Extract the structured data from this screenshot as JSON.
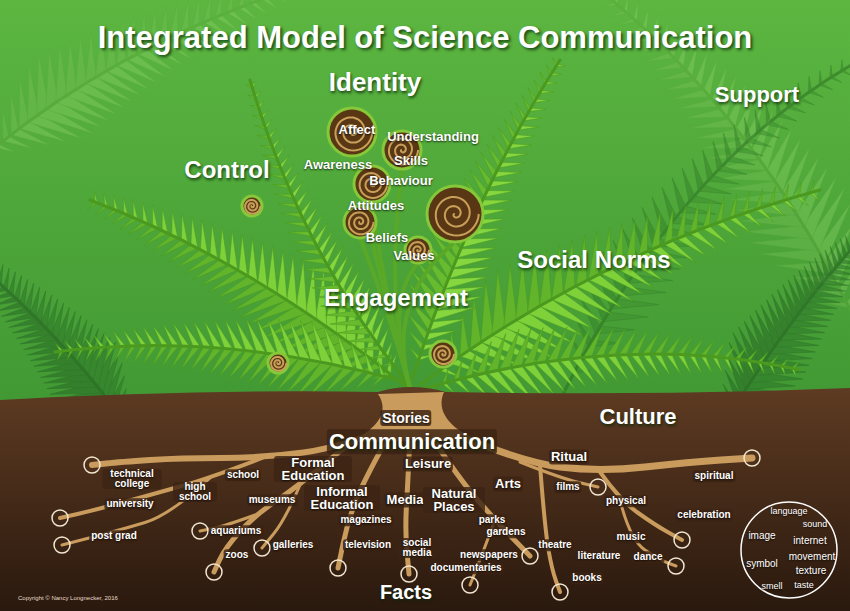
{
  "diagram": {
    "title": "Integrated Model of Science Communication",
    "nodes": [
      {
        "text": [
          "language",
          "sound",
          "image",
          "internet",
          "symbol",
          "movement",
          "texture",
          "smell",
          "taste"
        ]
      }
    ],
    "labels": [
      "Identity",
      "Support",
      "Control",
      "Affect",
      "Understanding",
      "Awareness",
      "Skills",
      "Behaviour",
      "Attitudes",
      "Beliefs",
      "Values",
      "Social Norms",
      "Engagement",
      "Stories",
      "Culture",
      "Communication",
      "Formal Education",
      "Leisure",
      "Ritual",
      "technical college",
      "school",
      "high school",
      "university",
      "museums",
      "Informal Education",
      "Media",
      "Natural Places",
      "Arts",
      "films",
      "spiritual",
      "physical",
      "celebration",
      "magazines",
      "parks",
      "gardens",
      "post grad",
      "aquariums",
      "zoos",
      "galleries",
      "television",
      "social media",
      "newspapers",
      "documentaries",
      "theatre",
      "music",
      "literature",
      "dance",
      "books",
      "Facts",
      "Copyright © Nancy Longnecker, 2016"
    ]
  }
}
